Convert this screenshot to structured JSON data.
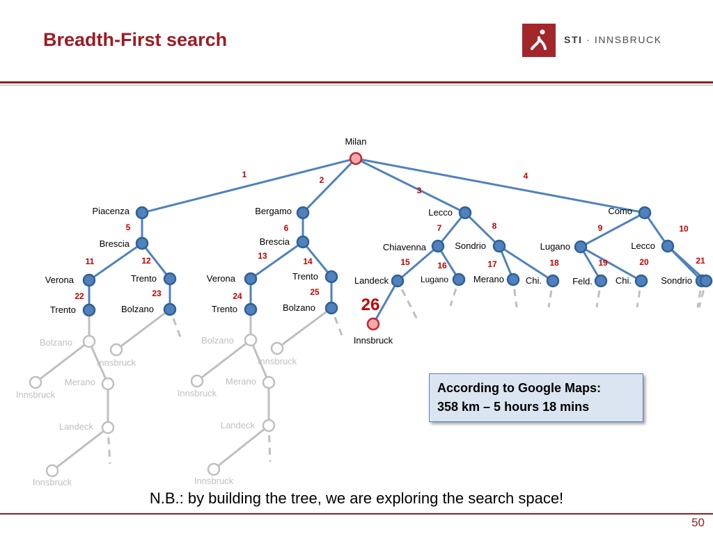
{
  "header": {
    "title": "Breadth-First search"
  },
  "logo": {
    "brand": "STI",
    "separator": " · ",
    "name": "INNSBRUCK"
  },
  "colors": {
    "title": "#9b1c24",
    "node": "#4f81bd",
    "nodeStroke": "#2f5f97",
    "edge": "#4f81bd",
    "goal": "#f4a9ad",
    "goalStroke": "#c0272d",
    "gray": "#bfbfbf",
    "order": "#c00000"
  },
  "tree": {
    "nodes": [
      {
        "id": "milan",
        "label": "Milan",
        "state": "root"
      },
      {
        "id": "piacenza",
        "label": "Piacenza"
      },
      {
        "id": "bergamo",
        "label": "Bergamo"
      },
      {
        "id": "lecco1",
        "label": "Lecco"
      },
      {
        "id": "como",
        "label": "Como"
      },
      {
        "id": "brescia1",
        "label": "Brescia"
      },
      {
        "id": "brescia2",
        "label": "Brescia"
      },
      {
        "id": "chiavenna",
        "label": "Chiavenna"
      },
      {
        "id": "sondrio1",
        "label": "Sondrio"
      },
      {
        "id": "lugano2",
        "label": "Lugano"
      },
      {
        "id": "lecco2",
        "label": "Lecco"
      },
      {
        "id": "verona1",
        "label": "Verona"
      },
      {
        "id": "trento1",
        "label": "Trento"
      },
      {
        "id": "verona2",
        "label": "Verona"
      },
      {
        "id": "trento2",
        "label": "Trento"
      },
      {
        "id": "landeck",
        "label": "Landeck"
      },
      {
        "id": "lugano1",
        "label": "Lugano"
      },
      {
        "id": "merano1",
        "label": "Merano"
      },
      {
        "id": "chi1",
        "label": "Chi."
      },
      {
        "id": "feld",
        "label": "Feld."
      },
      {
        "id": "chi2",
        "label": "Chi."
      },
      {
        "id": "sondrio2",
        "label": "Sondrio"
      },
      {
        "id": "end21",
        "label": ""
      },
      {
        "id": "trento3",
        "label": "Trento"
      },
      {
        "id": "bolzano1",
        "label": "Bolzano"
      },
      {
        "id": "trento4",
        "label": "Trento"
      },
      {
        "id": "bolzano2",
        "label": "Bolzano"
      },
      {
        "id": "innsbruck_goal",
        "label": "Innsbruck",
        "state": "goal"
      },
      {
        "id": "g_bolzano1",
        "label": "Bolzano",
        "state": "gray"
      },
      {
        "id": "g_innsbruck1",
        "label": "Innsbruck",
        "state": "gray"
      },
      {
        "id": "g_innsbruck2",
        "label": "Innsbruck",
        "state": "gray"
      },
      {
        "id": "g_merano1",
        "label": "Merano",
        "state": "gray"
      },
      {
        "id": "g_landeck1",
        "label": "Landeck",
        "state": "gray"
      },
      {
        "id": "g_innsbruck3",
        "label": "Innsbruck",
        "state": "gray"
      },
      {
        "id": "g_bolzano2",
        "label": "Bolzano",
        "state": "gray"
      },
      {
        "id": "g_innsbruck4",
        "label": "Innsbruck",
        "state": "gray"
      },
      {
        "id": "g_innsbruck5",
        "label": "Innsbruck",
        "state": "gray"
      },
      {
        "id": "g_merano2",
        "label": "Merano",
        "state": "gray"
      },
      {
        "id": "g_landeck2",
        "label": "Landeck",
        "state": "gray"
      },
      {
        "id": "g_innsbruck6",
        "label": "Innsbruck",
        "state": "gray"
      }
    ],
    "edges": [
      {
        "from": "milan",
        "to": "piacenza",
        "order": "1"
      },
      {
        "from": "milan",
        "to": "bergamo",
        "order": "2"
      },
      {
        "from": "milan",
        "to": "lecco1",
        "order": "3"
      },
      {
        "from": "milan",
        "to": "como",
        "order": "4"
      },
      {
        "from": "piacenza",
        "to": "brescia1",
        "order": "5"
      },
      {
        "from": "bergamo",
        "to": "brescia2",
        "order": "6"
      },
      {
        "from": "lecco1",
        "to": "chiavenna",
        "order": "7"
      },
      {
        "from": "lecco1",
        "to": "sondrio1",
        "order": "8"
      },
      {
        "from": "como",
        "to": "lugano2",
        "order": "9"
      },
      {
        "from": "como",
        "to": "lecco2",
        "order": "10"
      },
      {
        "from": "brescia1",
        "to": "verona1",
        "order": "11"
      },
      {
        "from": "brescia1",
        "to": "trento1",
        "order": "12"
      },
      {
        "from": "brescia2",
        "to": "verona2",
        "order": "13"
      },
      {
        "from": "brescia2",
        "to": "trento2",
        "order": "14"
      },
      {
        "from": "chiavenna",
        "to": "landeck",
        "order": "15"
      },
      {
        "from": "chiavenna",
        "to": "lugano1",
        "order": "16"
      },
      {
        "from": "sondrio1",
        "to": "merano1",
        "order": "17"
      },
      {
        "from": "sondrio1",
        "to": "chi1",
        "order": ""
      },
      {
        "from": "lugano2",
        "to": "feld",
        "order": "18"
      },
      {
        "from": "lugano2",
        "to": "chi2",
        "order": "19"
      },
      {
        "from": "lecco2",
        "to": "sondrio2",
        "order": "20"
      },
      {
        "from": "lecco2",
        "to": "end21",
        "order": "21"
      },
      {
        "from": "verona1",
        "to": "trento3",
        "order": "22"
      },
      {
        "from": "trento1",
        "to": "bolzano1",
        "order": "23"
      },
      {
        "from": "verona2",
        "to": "trento4",
        "order": "24"
      },
      {
        "from": "trento2",
        "to": "bolzano2",
        "order": "25"
      },
      {
        "from": "landeck",
        "to": "innsbruck_goal",
        "order": "26",
        "style": "highlight"
      },
      {
        "from": "trento3",
        "to": "g_bolzano1",
        "style": "gray"
      },
      {
        "from": "bolzano1",
        "to": "g_innsbruck1",
        "style": "gray"
      },
      {
        "from": "g_bolzano1",
        "to": "g_innsbruck2",
        "style": "gray"
      },
      {
        "from": "g_bolzano1",
        "to": "g_merano1",
        "style": "gray"
      },
      {
        "from": "g_merano1",
        "to": "g_landeck1",
        "style": "gray"
      },
      {
        "from": "g_landeck1",
        "to": "g_innsbruck3",
        "style": "gray"
      },
      {
        "from": "trento4",
        "to": "g_bolzano2",
        "style": "gray"
      },
      {
        "from": "bolzano2",
        "to": "g_innsbruck4",
        "style": "gray"
      },
      {
        "from": "g_bolzano2",
        "to": "g_innsbruck5",
        "style": "gray"
      },
      {
        "from": "g_bolzano2",
        "to": "g_merano2",
        "style": "gray"
      },
      {
        "from": "g_merano2",
        "to": "g_landeck2",
        "style": "gray"
      },
      {
        "from": "g_landeck2",
        "to": "g_innsbruck6",
        "style": "gray"
      }
    ],
    "unexpanded": [
      {
        "from": "bolzano1",
        "style": "gray"
      },
      {
        "from": "bolzano2",
        "style": "gray"
      },
      {
        "from": "landeck",
        "style": "gray"
      },
      {
        "from": "lugano1",
        "style": "gray"
      },
      {
        "from": "merano1",
        "style": "gray"
      },
      {
        "from": "chi1",
        "style": "gray"
      },
      {
        "from": "feld",
        "style": "gray"
      },
      {
        "from": "chi2",
        "style": "gray"
      },
      {
        "from": "sondrio2",
        "style": "gray"
      },
      {
        "from": "end21",
        "style": "gray"
      },
      {
        "from": "g_landeck1",
        "style": "gray"
      },
      {
        "from": "g_landeck2",
        "style": "gray"
      }
    ]
  },
  "callout": {
    "line1": "According to Google Maps:",
    "line2": "358 km – 5 hours 18 mins"
  },
  "footer": {
    "note": "N.B.: by building the tree, we are exploring the search space!",
    "page": "50"
  }
}
